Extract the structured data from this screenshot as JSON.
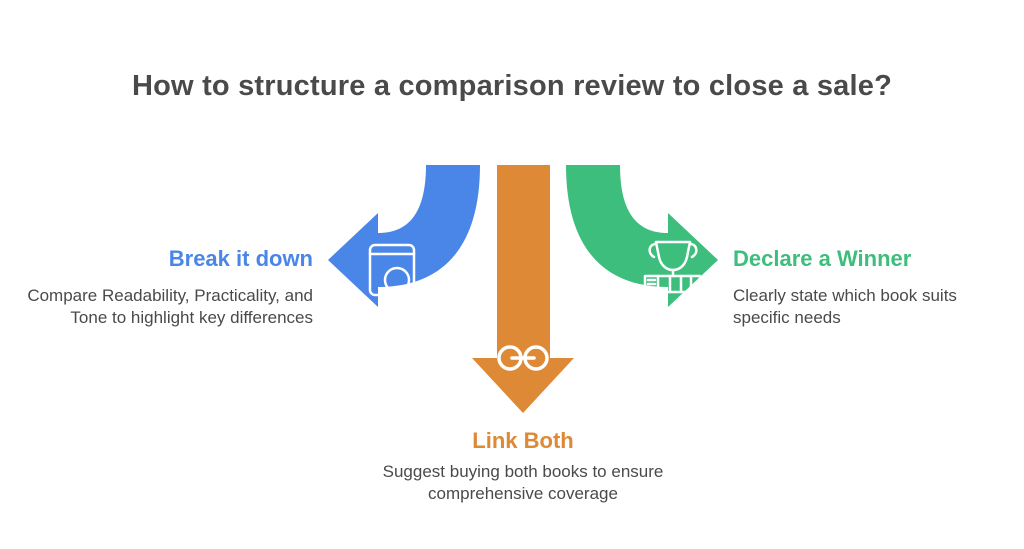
{
  "page": {
    "title": "How to structure a comparison review to close a sale?",
    "background": "#ffffff"
  },
  "colors": {
    "title_text": "#4a4a4a",
    "body_text": "#4a4a4a",
    "blue": "#4a86e8",
    "orange": "#de8935",
    "green": "#3dbe7d"
  },
  "steps": [
    {
      "id": "break-it-down",
      "label": "Break it down",
      "description": "Compare Readability, Practicality, and Tone to highlight key differences",
      "color": "#4a86e8",
      "icon": "book-search-icon",
      "arrow_direction": "left"
    },
    {
      "id": "link-both",
      "label": "Link Both",
      "description": "Suggest buying both books to ensure comprehensive coverage",
      "color": "#de8935",
      "icon": "link-icon",
      "arrow_direction": "down"
    },
    {
      "id": "declare-a-winner",
      "label": "Declare a Winner",
      "description": "Clearly state which book suits specific needs",
      "color": "#3dbe7d",
      "icon": "trophy-icon",
      "arrow_direction": "right"
    }
  ]
}
